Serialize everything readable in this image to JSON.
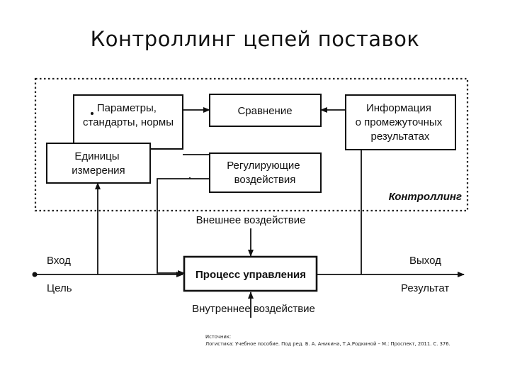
{
  "slide": {
    "title": "Контроллинг цепей поставок"
  },
  "diagram": {
    "boxes": {
      "parameters": [
        "Параметры,",
        "стандарты, нормы"
      ],
      "units": [
        "Единицы",
        "измерения"
      ],
      "comparison": [
        "Сравнение"
      ],
      "info": [
        "Информация",
        "о промежуточных",
        "результатах"
      ],
      "regulating": [
        "Регулирующие",
        "воздействия"
      ],
      "process": [
        "Процесс управления"
      ]
    },
    "labels": {
      "controlling": "Контроллинг",
      "external": "Внешнее воздействие",
      "internal": "Внутреннее воздействие",
      "input": "Вход",
      "goal": "Цель",
      "output": "Выход",
      "result": "Результат"
    }
  },
  "source": {
    "heading": "Источник:",
    "text": "Логистика: Учебное пособие. Под ред. Б. А. Аникина, Т.А.Родкиной – М.: Проспект, 2011. С. 376."
  }
}
